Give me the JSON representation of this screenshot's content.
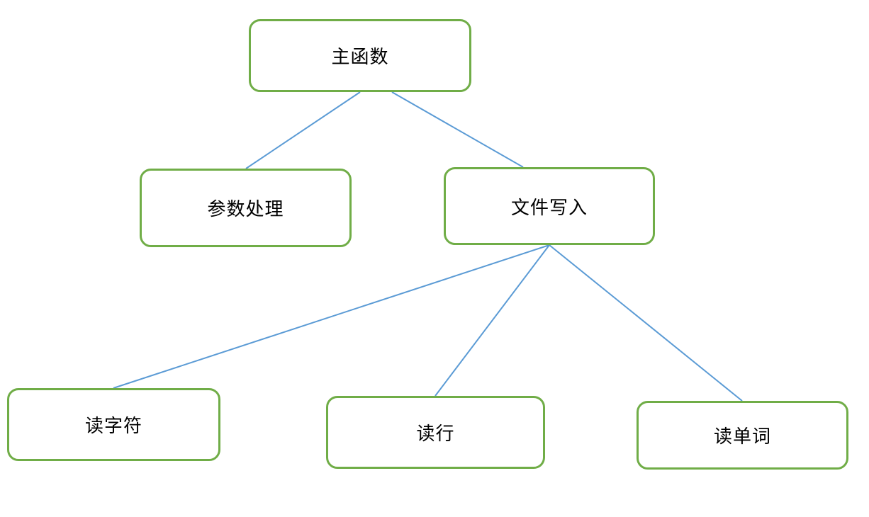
{
  "diagram": {
    "nodes": {
      "main": {
        "label": "主函数"
      },
      "params": {
        "label": "参数处理"
      },
      "write": {
        "label": "文件写入"
      },
      "chars": {
        "label": "读字符"
      },
      "lines": {
        "label": "读行"
      },
      "words": {
        "label": "读单词"
      }
    },
    "edges": [
      {
        "from": "main",
        "to": "params"
      },
      {
        "from": "main",
        "to": "write"
      },
      {
        "from": "write",
        "to": "chars"
      },
      {
        "from": "write",
        "to": "lines"
      },
      {
        "from": "write",
        "to": "words"
      }
    ],
    "colors": {
      "node_border": "#70ad47",
      "connector": "#5b9bd5",
      "text": "#000000",
      "background": "#ffffff"
    }
  }
}
